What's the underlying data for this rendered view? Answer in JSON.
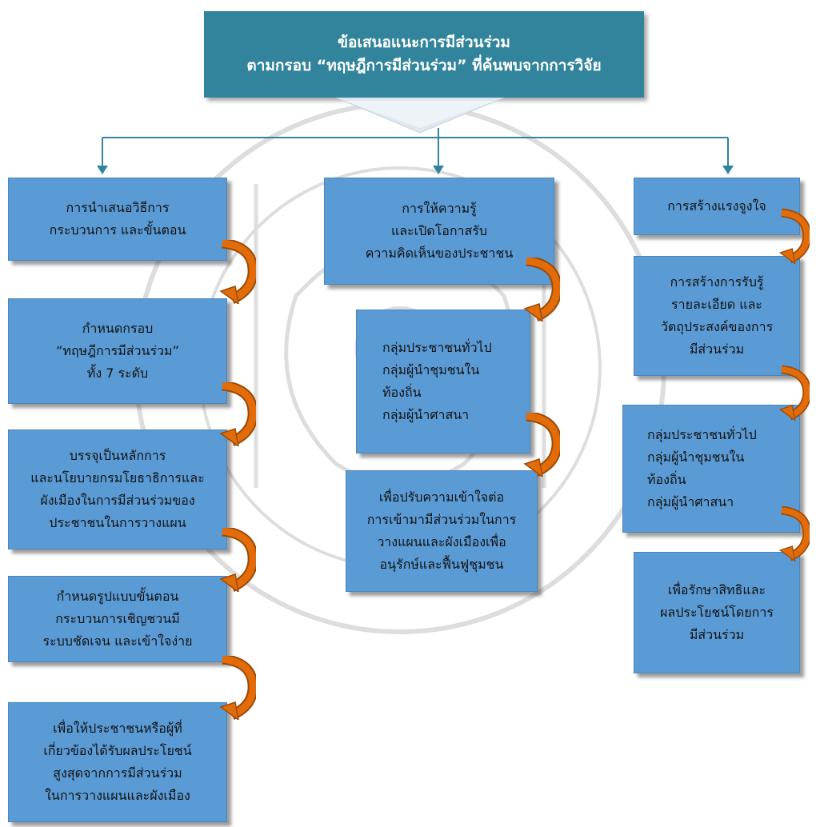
{
  "header": {
    "line1": "ข้อเสนอแนะการมีส่วนร่วม",
    "line2": "ตามกรอบ “ทฤษฎีการมีส่วนร่วม” ที่ค้นพบจากการวิจัย"
  },
  "columns": {
    "left": [
      {
        "lines": [
          "การนำเสนอวิธีการ",
          "กระบวนการ และขั้นตอน"
        ]
      },
      {
        "lines": [
          "กำหนดกรอบ",
          "“ทฤษฎีการมีส่วนร่วม”",
          "ทั้ง 7 ระดับ"
        ]
      },
      {
        "lines": [
          "บรรจุเป็นหลักการ",
          "และนโยบายกรมโยธาธิการและ",
          "ผังเมืองในการมีส่วนร่วมของ",
          "ประชาชนในการวางแผน"
        ]
      },
      {
        "lines": [
          "กำหนดรูปแบบขั้นตอน",
          "กระบวนการเชิญชวนมี",
          "ระบบชัดเจน และเข้าใจง่าย"
        ]
      },
      {
        "lines": [
          "เพื่อให้ประชาชนหรือผู้ที่",
          "เกี่ยวข้องได้รับผลประโยชน์",
          "สูงสุดจากการมีส่วนร่วม",
          "ในการวางแผนและผังเมือง"
        ]
      }
    ],
    "middle": [
      {
        "lines": [
          "การให้ความรู้",
          "และเปิดโอกาสรับ",
          "ความคิดเห็นของประชาชน"
        ]
      },
      {
        "lines": [
          "กลุ่มประชาชนทั่วไป",
          "กลุ่มผู้นำชุมชนใน",
          "ท้องถิ่น",
          "กลุ่มผู้นำศาสนา"
        ]
      },
      {
        "lines": [
          "เพื่อปรับความเข้าใจต่อ",
          "การเข้ามามีส่วนร่วมในการ",
          "วางแผนและผังเมืองเพื่อ",
          "อนุรักษ์และฟื้นฟูชุมชน"
        ]
      }
    ],
    "right": [
      {
        "lines": [
          "การสร้างแรงจูงใจ"
        ]
      },
      {
        "lines": [
          "การสร้างการรับรู้",
          "รายละเอียด และ",
          "วัตถุประสงค์ของการ",
          "มีส่วนร่วม"
        ]
      },
      {
        "lines": [
          "กลุ่มประชาชนทั่วไป",
          "กลุ่มผู้นำชุมชนใน",
          "ท้องถิ่น",
          "กลุ่มผู้นำศาสนา"
        ]
      },
      {
        "lines": [
          "เพื่อรักษาสิทธิและ",
          "ผลประโยชน์โดยการ",
          "มีส่วนร่วม"
        ]
      }
    ]
  },
  "colors": {
    "header": "#31849b",
    "box": "#5b9bd5",
    "connector": "#31849b",
    "curl_arrow": "#e36c0a"
  }
}
